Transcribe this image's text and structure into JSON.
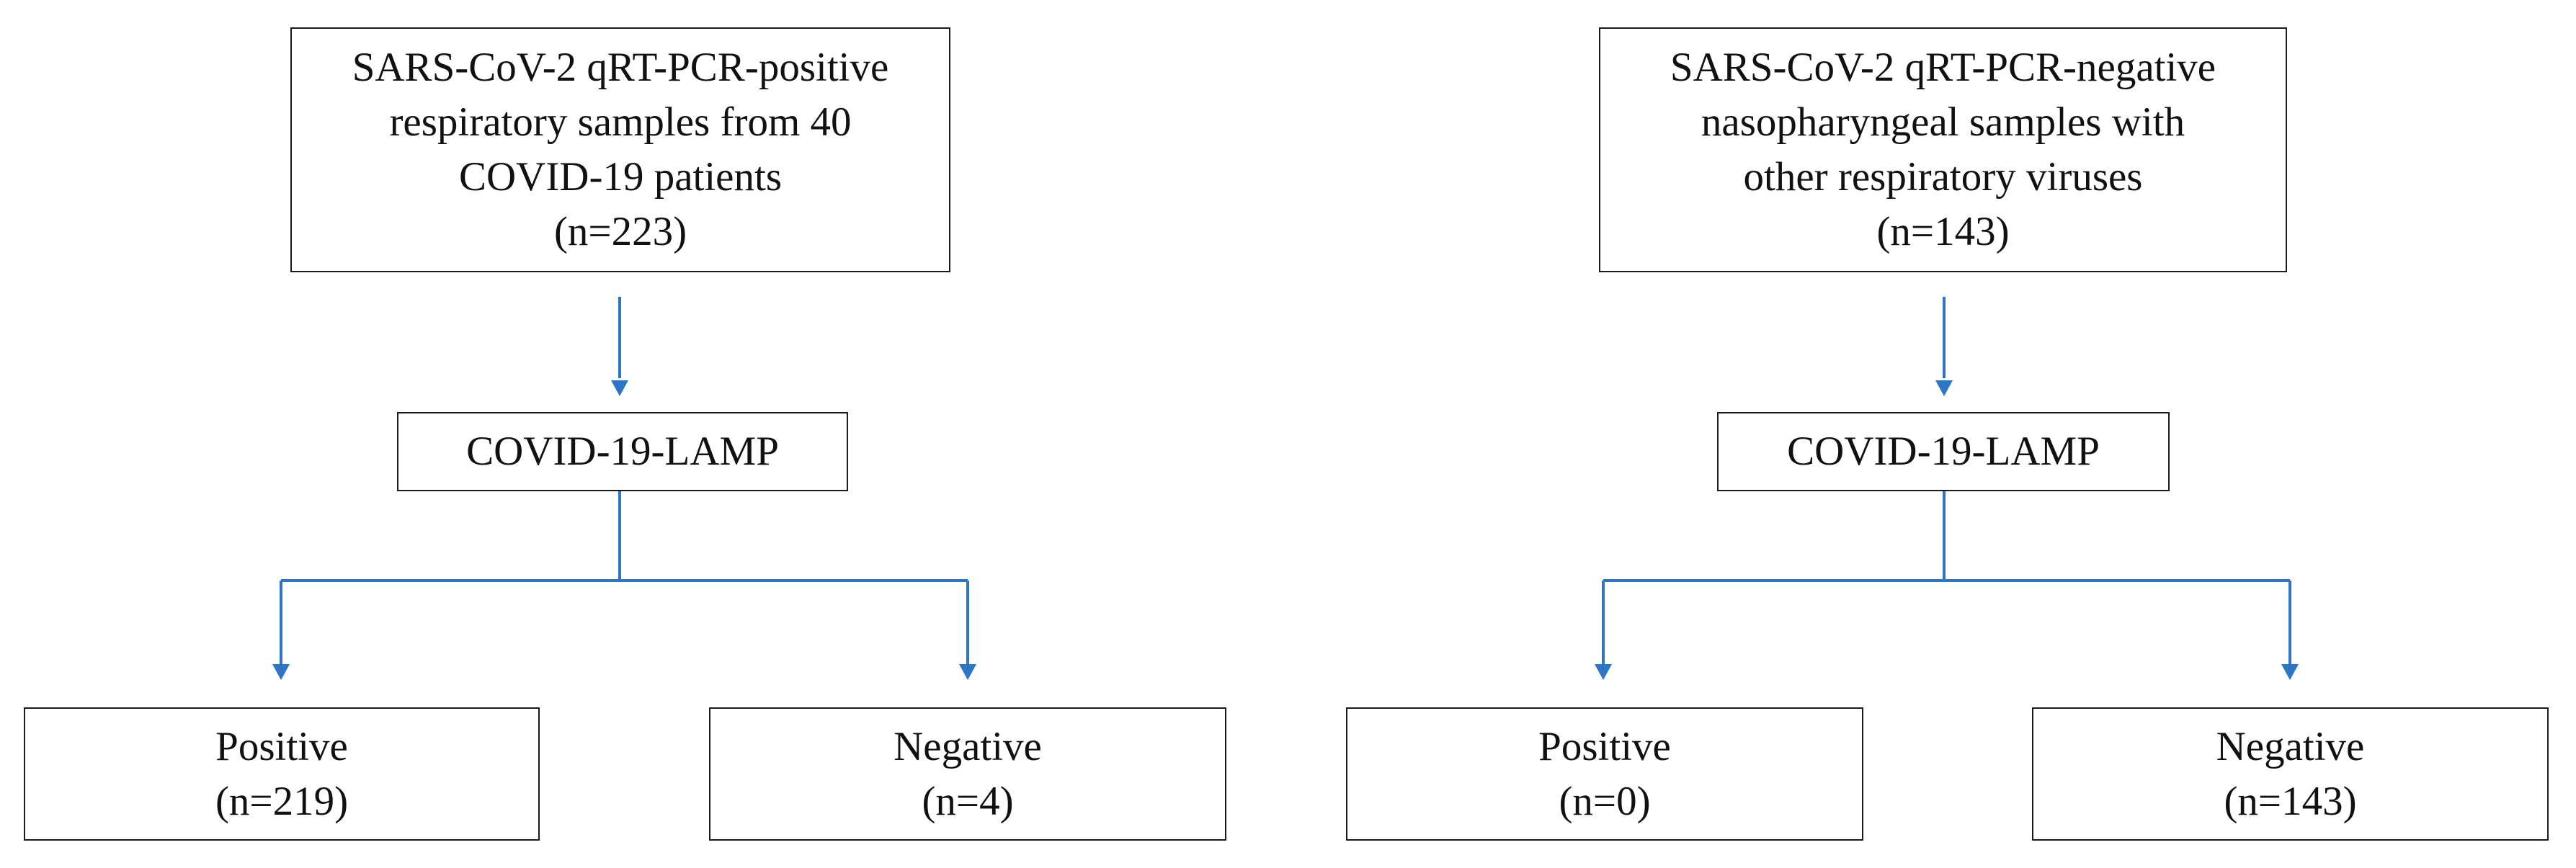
{
  "flowcharts": [
    {
      "source": {
        "lines": [
          "SARS-CoV-2 qRT-PCR-positive",
          "respiratory samples from 40",
          "COVID-19 patients",
          "(n=223)"
        ]
      },
      "test": {
        "label": "COVID-19-LAMP"
      },
      "positive": {
        "label": "Positive",
        "count": "(n=219)"
      },
      "negative": {
        "label": "Negative",
        "count": "(n=4)"
      }
    },
    {
      "source": {
        "lines": [
          "SARS-CoV-2 qRT-PCR-negative",
          "nasopharyngeal samples with",
          "other respiratory viruses",
          "(n=143)"
        ]
      },
      "test": {
        "label": "COVID-19-LAMP"
      },
      "positive": {
        "label": "Positive",
        "count": "(n=0)"
      },
      "negative": {
        "label": "Negative",
        "count": "(n=143)"
      }
    }
  ],
  "colors": {
    "arrow": "#2e75c6",
    "border": "#1a1a1a",
    "text": "#111111"
  }
}
